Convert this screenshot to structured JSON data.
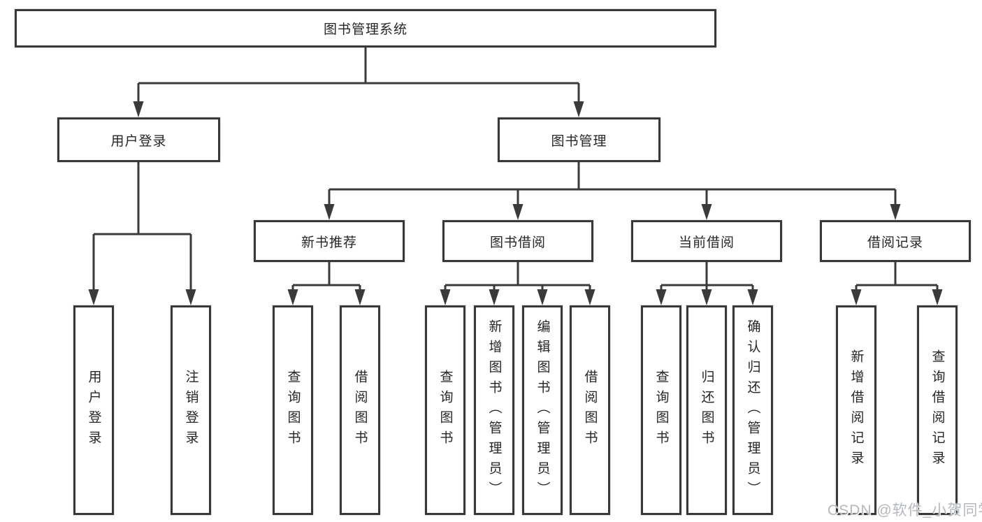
{
  "watermark": "CSDN @软件_小贺同学",
  "colors": {
    "line": "#3a3a3a",
    "box_border": "#383838",
    "box_background": "#ffffff",
    "text": "#262626",
    "watermark_text": "#b5b8bc"
  },
  "tree": {
    "root": "图书管理系统",
    "children": [
      {
        "label": "用户登录",
        "children": [
          "用户登录",
          "注销登录"
        ]
      },
      {
        "label": "图书管理",
        "children": [
          {
            "label": "新书推荐",
            "children": [
              "查询图书",
              "借阅图书"
            ]
          },
          {
            "label": "图书借阅",
            "children": [
              "查询图书",
              "新增图书（管理员）",
              "编辑图书（管理员）",
              "借阅图书"
            ]
          },
          {
            "label": "当前借阅",
            "children": [
              "查询图书",
              "归还图书",
              "确认归还（管理员）"
            ]
          },
          {
            "label": "借阅记录",
            "children": [
              "新增借阅记录",
              "查询借阅记录"
            ]
          }
        ]
      }
    ]
  }
}
